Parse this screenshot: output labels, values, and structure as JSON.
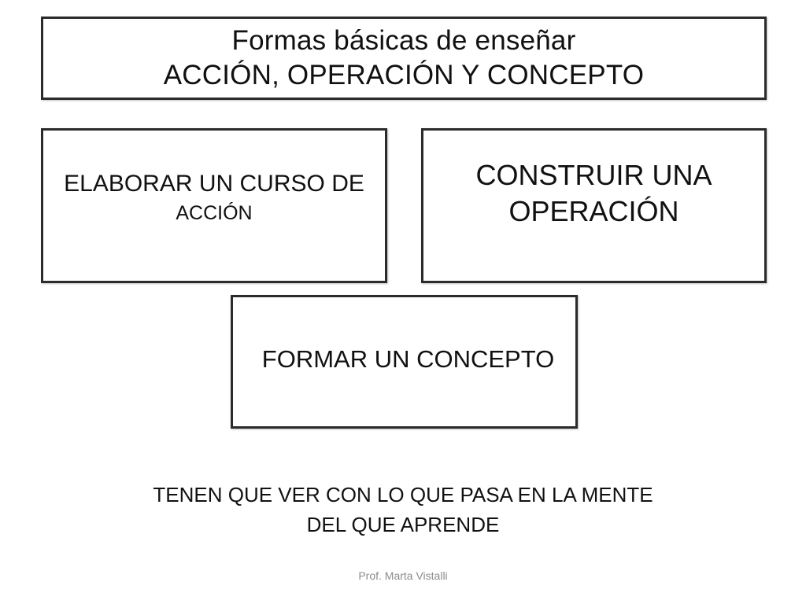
{
  "title": {
    "line1": "Formas básicas de enseñar",
    "line2": "ACCIÓN, OPERACIÓN Y CONCEPTO"
  },
  "boxes": {
    "accion": {
      "line1": "ELABORAR UN CURSO DE",
      "line2": "ACCIÓN"
    },
    "operacion": {
      "line1": "CONSTRUIR UNA",
      "line2": "OPERACIÓN"
    },
    "concepto": {
      "line1": "FORMAR UN CONCEPTO"
    }
  },
  "note": {
    "line1": "TENEN QUE VER CON LO QUE PASA EN LA MENTE",
    "line2": "DEL QUE APRENDE"
  },
  "footer": "Prof. Marta Vistalli"
}
